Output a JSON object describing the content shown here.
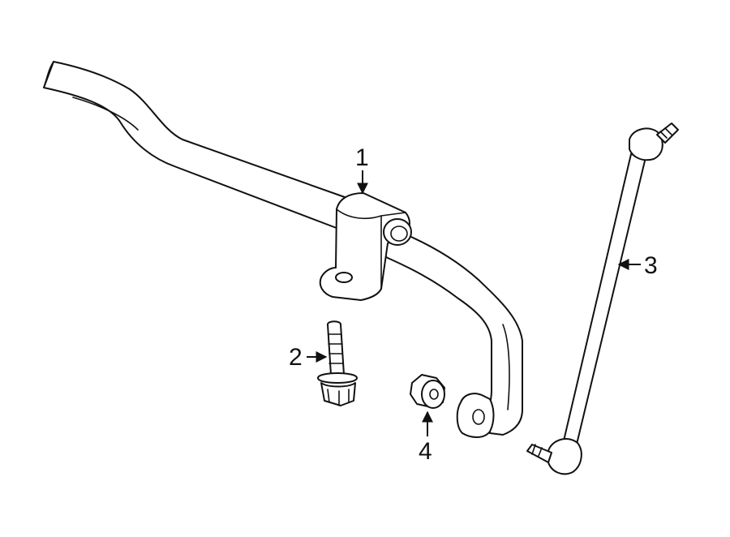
{
  "callouts": [
    {
      "id": "1",
      "label": "1",
      "part": "stabilizer-bar-bushing"
    },
    {
      "id": "2",
      "label": "2",
      "part": "bolt"
    },
    {
      "id": "3",
      "label": "3",
      "part": "stabilizer-link"
    },
    {
      "id": "4",
      "label": "4",
      "part": "nut"
    }
  ],
  "colors": {
    "line": "#111111",
    "fill": "#ffffff",
    "background": "#ffffff"
  }
}
